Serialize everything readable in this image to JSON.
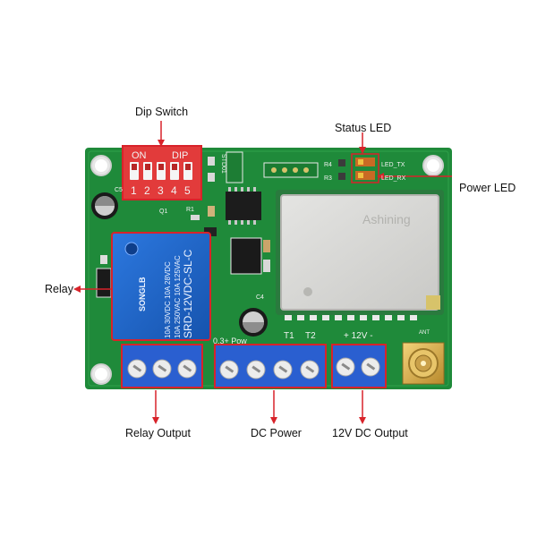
{
  "callouts": {
    "dip_switch": "Dip Switch",
    "status_led": "Status LED",
    "power_led": "Power LED",
    "relay": "Relay",
    "relay_output": "Relay Output",
    "dc_power": "DC Power",
    "dc_12v_output": "12V DC Output"
  },
  "board": {
    "dip_on": "ON",
    "dip_label": "DIP",
    "dip_numbers": [
      "1",
      "2",
      "3",
      "4",
      "5"
    ],
    "led_tx": "LED_TX",
    "led_rx": "LED_RX",
    "r4": "R4",
    "r3": "R3",
    "c5": "C5",
    "q1": "Q1",
    "r1": "R1",
    "c4": "C4",
    "module_text": "Ashining",
    "t1": "T1",
    "t2": "T2",
    "plus_12v": "+ 12V -",
    "ant": "ANT",
    "pwr_marking": "0.3+ Pow",
    "std01": "STD01"
  },
  "relay": {
    "brand": "SONGLB",
    "model": "SRD-12VDC-SL-C",
    "rating1": "10A 250VAC  10A 125VAC",
    "rating2": "10A 30VDC  10A 28VDC"
  },
  "colors": {
    "pcb": "#1f8a3a",
    "relay": "#1d64c8",
    "terminal": "#2a5fd0",
    "callout_red": "#d8232a"
  }
}
